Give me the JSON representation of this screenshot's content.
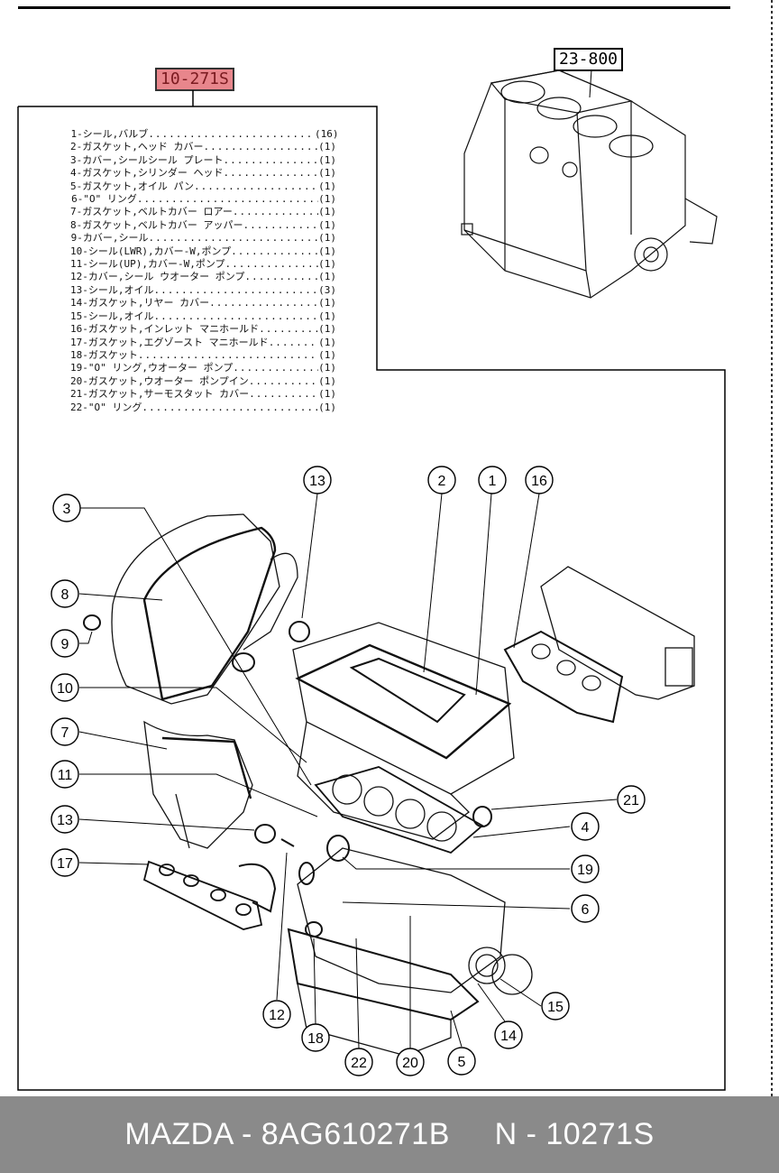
{
  "header": {
    "kit_ref": "10-271S",
    "block_ref": "23-800"
  },
  "parts_list": [
    {
      "no": "1",
      "name": "-シール,バルブ",
      "qty": "(16)"
    },
    {
      "no": "2",
      "name": "-ガスケット,ヘッド カバー",
      "qty": "(1)"
    },
    {
      "no": "3",
      "name": "-カバー,シールシール プレート",
      "qty": "(1)"
    },
    {
      "no": "4",
      "name": "-ガスケット,シリンダー ヘッド",
      "qty": "(1)"
    },
    {
      "no": "5",
      "name": "-ガスケット,オイル パン",
      "qty": "(1)"
    },
    {
      "no": "6",
      "name": "-\"O\" リング",
      "qty": "(1)"
    },
    {
      "no": "7",
      "name": "-ガスケット,ベルトカバー ロアー",
      "qty": "(1)"
    },
    {
      "no": "8",
      "name": "-ガスケット,ベルトカバー アッパー",
      "qty": "(1)"
    },
    {
      "no": "9",
      "name": "-カバー,シール",
      "qty": "(1)"
    },
    {
      "no": "10",
      "name": "-シール(LWR),カバー-W,ポンプ",
      "qty": "(1)"
    },
    {
      "no": "11",
      "name": "-シール(UP),カバー-W,ポンプ",
      "qty": "(1)"
    },
    {
      "no": "12",
      "name": "-カバー,シール ウオーター ポンプ",
      "qty": "(1)"
    },
    {
      "no": "13",
      "name": "-シール,オイル",
      "qty": "(3)"
    },
    {
      "no": "14",
      "name": "-ガスケット,リヤー カバー",
      "qty": "(1)"
    },
    {
      "no": "15",
      "name": "-シール,オイル",
      "qty": "(1)"
    },
    {
      "no": "16",
      "name": "-ガスケット,インレット マニホールド",
      "qty": "(1)"
    },
    {
      "no": "17",
      "name": "-ガスケット,エグゾースト マニホールド",
      "qty": "(1)"
    },
    {
      "no": "18",
      "name": "-ガスケット",
      "qty": "(1)"
    },
    {
      "no": "19",
      "name": "-\"O\" リング,ウオーター ポンプ",
      "qty": "(1)"
    },
    {
      "no": "20",
      "name": "-ガスケット,ウオーター ポンプイン",
      "qty": "(1)"
    },
    {
      "no": "21",
      "name": "-ガスケット,サーモスタット カバー",
      "qty": "(1)"
    },
    {
      "no": "22",
      "name": "-\"O\" リング",
      "qty": "(1)"
    }
  ],
  "callouts": [
    "1",
    "2",
    "3",
    "4",
    "5",
    "6",
    "7",
    "8",
    "9",
    "10",
    "11",
    "12",
    "13",
    "13",
    "14",
    "15",
    "16",
    "17",
    "18",
    "19",
    "20",
    "21",
    "22"
  ],
  "footer": {
    "brand": "MAZDA",
    "part_number": "8AG610271B",
    "ref": "N - 10271S"
  },
  "colors": {
    "highlight": "#e8868c",
    "footer_bg": "#8a8a8a"
  }
}
